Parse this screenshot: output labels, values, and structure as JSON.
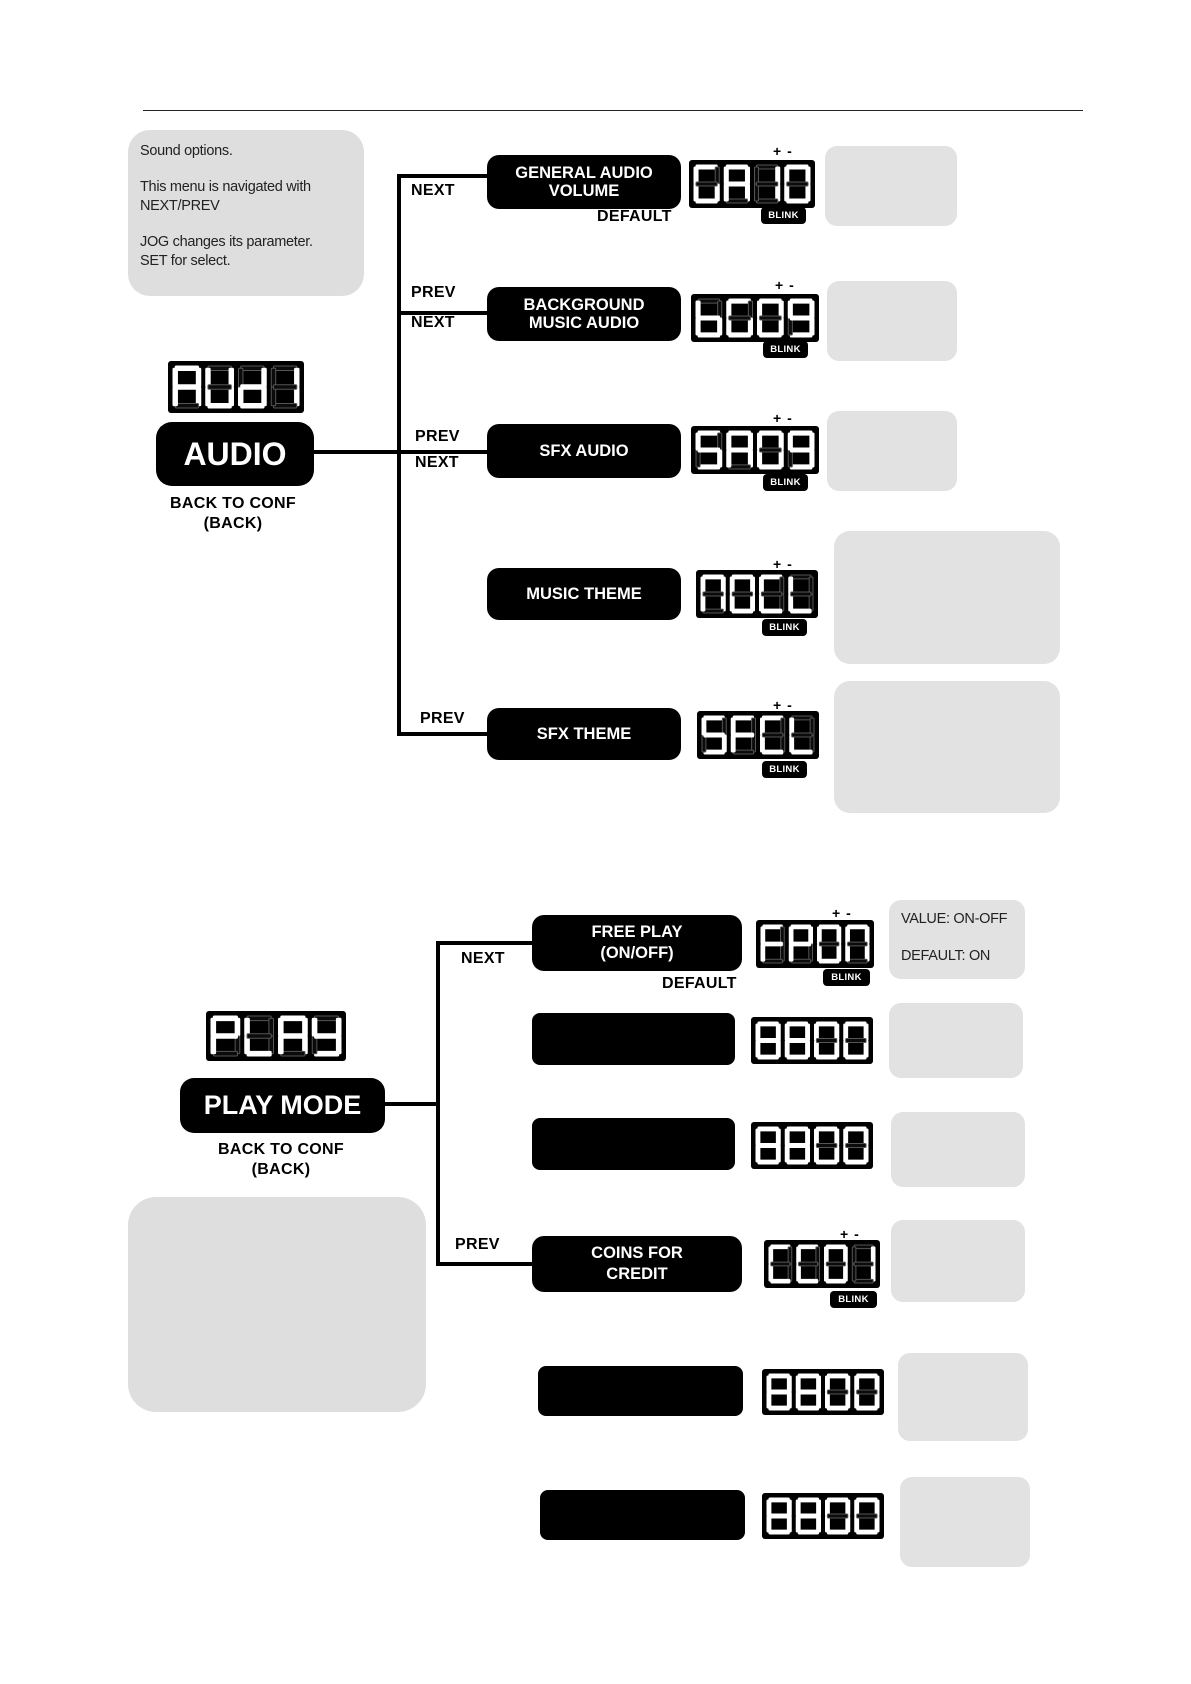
{
  "audio": {
    "info_lines": [
      "Sound options.",
      "",
      "This menu is navigated with",
      "NEXT/PREV",
      "",
      "JOG changes its parameter.",
      "SET for select."
    ],
    "menu_label": "AUDIO",
    "back_label_1": "BACK TO CONF",
    "back_label_2": "(BACK)",
    "menu_display": "AUDI",
    "items": [
      {
        "label": "GENERAL AUDIO\nVOLUME",
        "display": "GA10",
        "nav_top": "",
        "nav_bottom": "NEXT",
        "default": "DEFAULT"
      },
      {
        "label": "BACKGROUND\nMUSIC AUDIO",
        "display": "BG09",
        "nav_top": "PREV",
        "nav_bottom": "NEXT",
        "default": ""
      },
      {
        "label": "SFX AUDIO",
        "display": "SA09",
        "nav_top": "PREV",
        "nav_bottom": "NEXT",
        "default": ""
      },
      {
        "label": "MUSIC THEME",
        "display": "NOCL",
        "nav_top": "",
        "nav_bottom": "",
        "default": ""
      },
      {
        "label": "SFX THEME",
        "display": "SFCL",
        "nav_top": "PREV",
        "nav_bottom": "",
        "default": ""
      }
    ]
  },
  "play_mode": {
    "menu_label": "PLAY MODE",
    "back_label_1": "BACK TO CONF",
    "back_label_2": "(BACK)",
    "menu_display": "PLAY",
    "items": [
      {
        "label": "FREE PLAY\n(ON/OFF)",
        "display": "FP0N",
        "nav": "NEXT",
        "default": "DEFAULT",
        "note_1": "VALUE: ON-OFF",
        "note_2": "DEFAULT: ON"
      },
      {
        "label": "",
        "display": "8800"
      },
      {
        "label": "",
        "display": "8800"
      },
      {
        "label": "COINS FOR\nCREDIT",
        "display": "CC01",
        "nav": "PREV"
      },
      {
        "label": "",
        "display": "8800"
      },
      {
        "label": "",
        "display": "8800"
      }
    ]
  },
  "plus_minus": "+ -",
  "blink": "BLINK",
  "colors": {
    "panel": "#dedede",
    "ink": "#000000",
    "segment_on": "#ffffff",
    "segment_off": "#555555"
  }
}
